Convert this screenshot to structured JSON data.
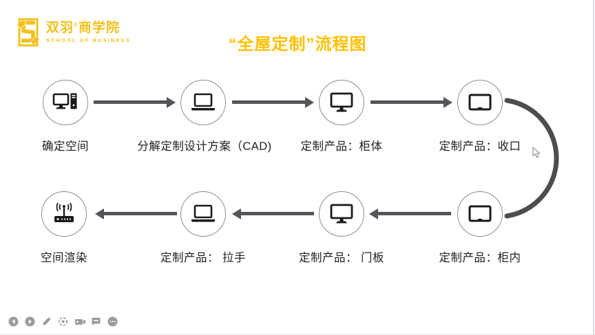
{
  "slide": {
    "title": "“全屋定制”流程图",
    "title_color": "#FFC000"
  },
  "logo": {
    "brand": "双羽",
    "registered_mark": "®",
    "brand_suffix": "商学院",
    "tagline": "SCHOOL OF BUSINESS",
    "color": "#F2C11C"
  },
  "flow": {
    "arrow_color": "#54555A",
    "circle_border_color": "#8C8C8C",
    "icon_color": "#1A1A1A",
    "top_row": [
      {
        "label": "确定空间",
        "icon": "desktop-computer-icon"
      },
      {
        "label": "分解定制设计方案（CAD)",
        "icon": "laptop-icon"
      },
      {
        "label": "定制产品：柜体",
        "icon": "monitor-icon"
      },
      {
        "label": "定制产品：收口",
        "icon": "tablet-icon"
      }
    ],
    "bottom_row": [
      {
        "label": "空间渲染",
        "icon": "router-icon"
      },
      {
        "label": "定制产品： 拉手",
        "icon": "laptop-icon"
      },
      {
        "label": "定制产品： 门板",
        "icon": "monitor-icon"
      },
      {
        "label": "定制产品：柜内",
        "icon": "tablet-icon"
      }
    ]
  },
  "toolbar": {
    "icon_color": "#9B9B9B",
    "items": [
      {
        "name": "previous-button",
        "icon": "circle-arrow-left-icon"
      },
      {
        "name": "play-button",
        "icon": "circle-play-icon"
      },
      {
        "name": "pen-button",
        "icon": "pencil-icon"
      },
      {
        "name": "pointer-button",
        "icon": "focus-dot-icon"
      },
      {
        "name": "camera-button",
        "icon": "camcorder-icon"
      },
      {
        "name": "chat-button",
        "icon": "chat-bubble-icon"
      },
      {
        "name": "more-button",
        "icon": "ellipsis-icon"
      }
    ]
  }
}
